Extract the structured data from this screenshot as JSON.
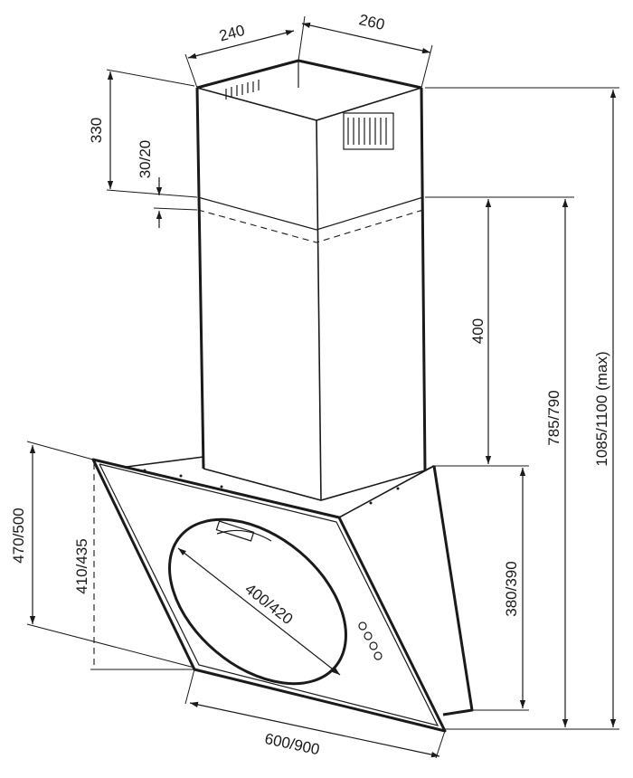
{
  "dimensions": {
    "chimney_width": "240",
    "chimney_depth": "260",
    "chimney_upper_height": "330",
    "overlap": "30/20",
    "chimney_lower_height": "400",
    "chimney_to_bottom": "785/790",
    "total_height": "1085/1100 (max)",
    "hood_height": "470/500",
    "glass_height": "410/435",
    "body_height": "380/390",
    "glass_diagonal": "400/420",
    "hood_width": "600/900"
  }
}
